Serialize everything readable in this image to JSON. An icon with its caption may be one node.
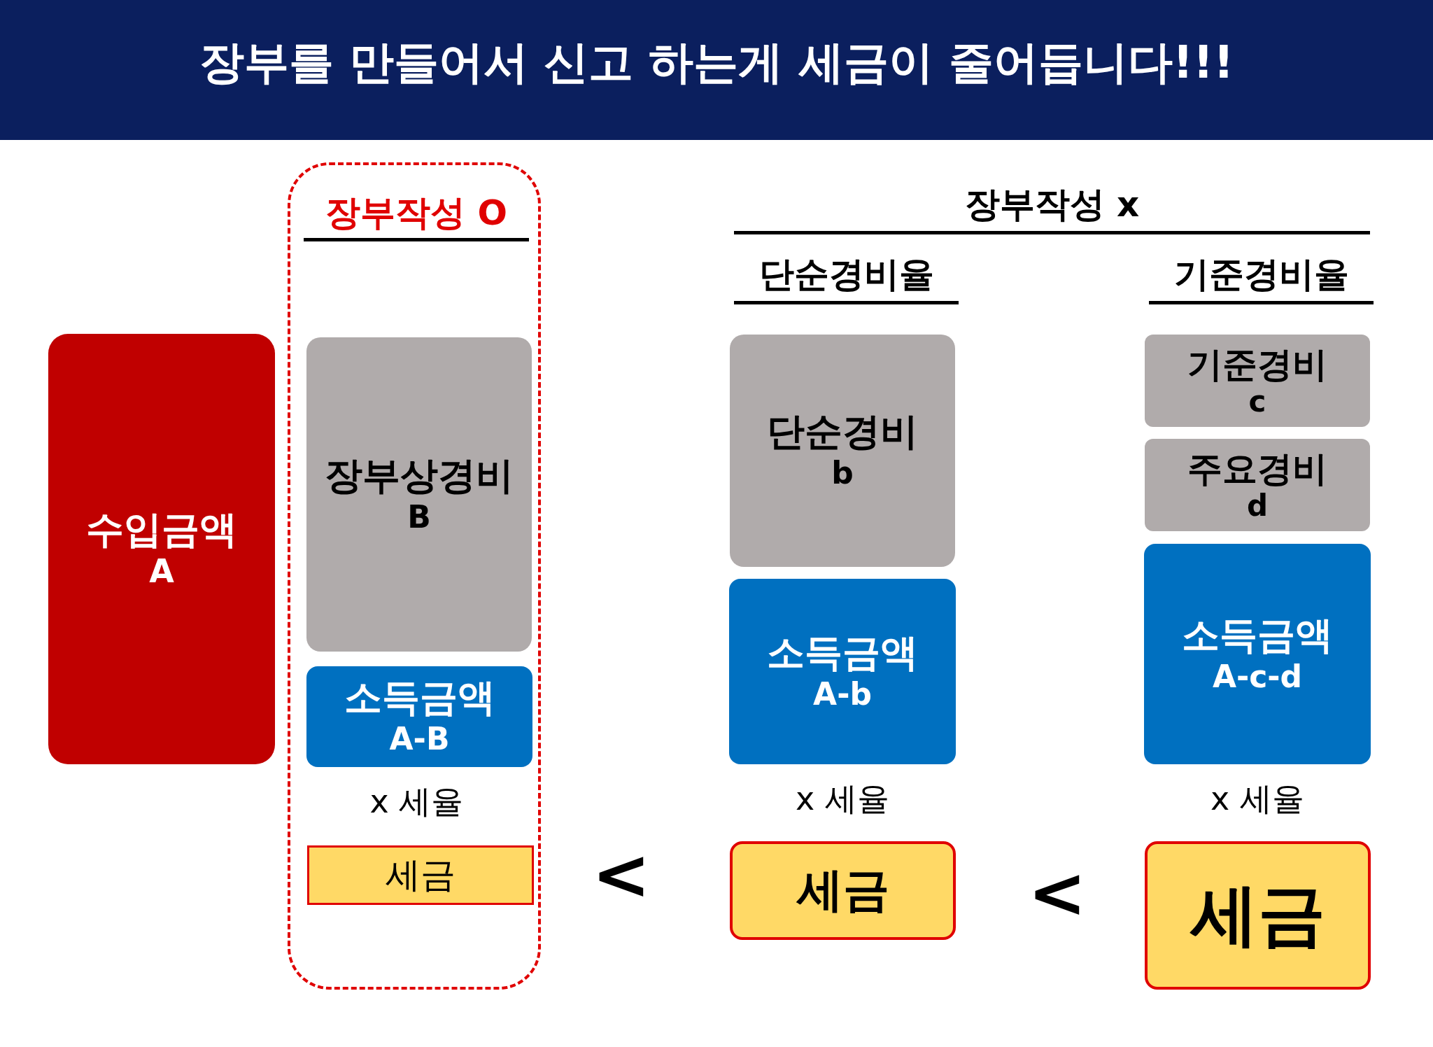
{
  "diagram": {
    "title": "장부를 만들어서 신고 하는게 세금이 줄어듭니다!!!",
    "nodes": [
      {
        "text": [
          "수입금액",
          "A"
        ]
      },
      {
        "text": [
          "장부작성 O"
        ]
      },
      {
        "text": [
          "장부상경비",
          "B"
        ],
        "in": 1
      },
      {
        "text": [
          "소득금액",
          "A-B"
        ],
        "in": 1
      },
      {
        "text": [
          "세금"
        ],
        "in": 1
      },
      {
        "text": [
          "단순경비",
          "b"
        ]
      },
      {
        "text": [
          "소득금액",
          "A-b"
        ]
      },
      {
        "text": [
          "세금"
        ]
      },
      {
        "text": [
          "기준경비",
          "c"
        ]
      },
      {
        "text": [
          "주요경비",
          "d"
        ]
      },
      {
        "text": [
          "소득금액",
          "A-c-d"
        ]
      },
      {
        "text": [
          "세금"
        ]
      }
    ],
    "edges": [],
    "labels": [
      "장부작성 x",
      "단순경비율",
      "기준경비율",
      "x 세율",
      "<",
      "x 세율",
      "<",
      "x 세율"
    ]
  }
}
